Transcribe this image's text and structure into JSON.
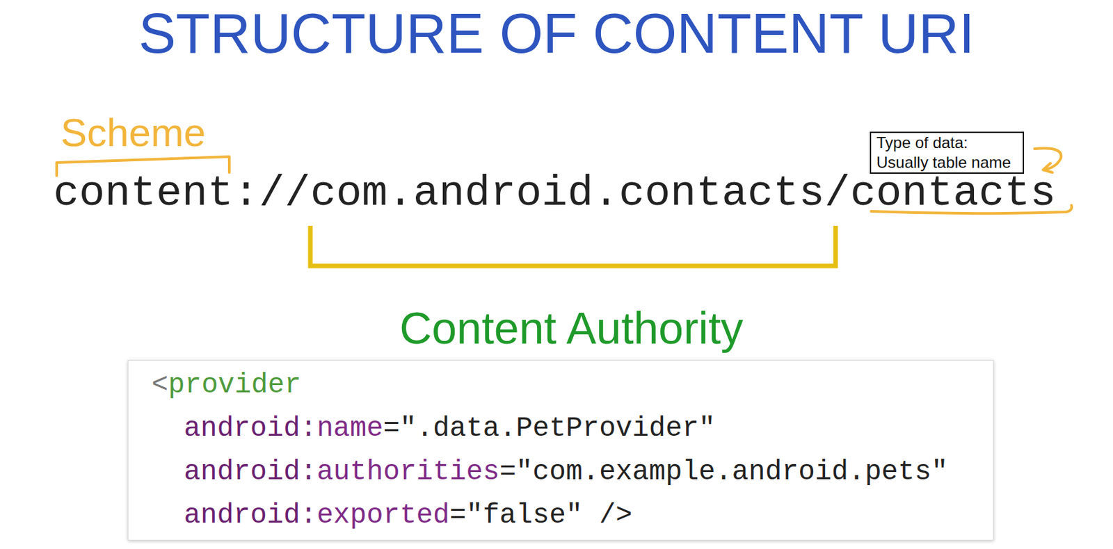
{
  "diagram": {
    "title": "STRUCTURE OF CONTENT URI",
    "nodes": [
      {
        "text": [
          "Type of data: Usually table name"
        ]
      },
      {
        "text": [
          "<provider android:name=\".data.PetProvider\" android:authorities=\"com.example.android.pets\" android:exported=\"false\" />"
        ]
      }
    ],
    "labels": [
      "Scheme",
      "content://com.android.contacts/contacts",
      "Content Authority"
    ]
  }
}
